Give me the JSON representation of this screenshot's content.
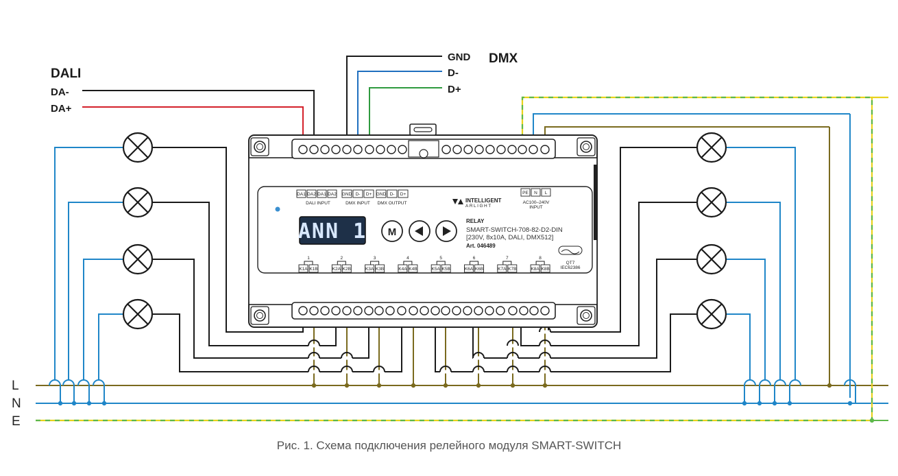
{
  "dali": {
    "title": "DALI",
    "wires": [
      "DA-",
      "DA+"
    ]
  },
  "dmx": {
    "title": "DMX",
    "wires": [
      "GND",
      "D-",
      "D+"
    ]
  },
  "lines": [
    "L",
    "N",
    "E"
  ],
  "module": {
    "dali_input_pins": [
      "DA1",
      "DA2",
      "DA1",
      "DA2"
    ],
    "dali_input_label": "DALI INPUT",
    "dmx_input_pins": [
      "GND",
      "D-",
      "D+"
    ],
    "dmx_input_label": "DMX INPUT",
    "dmx_output_pins": [
      "GND",
      "D-",
      "D+"
    ],
    "dmx_output_label": "DMX OUTPUT",
    "brand": "INTELLIGENT",
    "brand_sub": "ARLIGHT",
    "power_pins": [
      "PE",
      "N",
      "L"
    ],
    "power_voltage": "AC100–240V",
    "power_label": "INPUT",
    "display_text": "ANN 1",
    "buttons": [
      "M",
      "◀",
      "▶"
    ],
    "product_type": "RELAY",
    "model": "SMART-SWITCH-708-82-D2-DIN",
    "specs": "[230V, 8x10A, DALI, DMX512]",
    "article": "Art. 046489",
    "relays": [
      {
        "num": "1",
        "a": "K1A",
        "b": "K1B"
      },
      {
        "num": "2",
        "a": "K2A",
        "b": "K2B"
      },
      {
        "num": "3",
        "a": "K3A",
        "b": "K3B"
      },
      {
        "num": "4",
        "a": "K4A",
        "b": "K4B"
      },
      {
        "num": "5",
        "a": "K5A",
        "b": "K5B"
      },
      {
        "num": "6",
        "a": "K6A",
        "b": "K6B"
      },
      {
        "num": "7",
        "a": "K7A",
        "b": "K7B"
      },
      {
        "num": "8",
        "a": "K8A",
        "b": "K8B"
      }
    ],
    "cert_code": "QT7",
    "cert_std": "IEC62386"
  },
  "caption": "Рис. 1. Схема подключения релейного модуля SMART-SWITCH",
  "colors": {
    "live": "#7a6a1e",
    "neutral": "#1f86c8",
    "earth_yellow": "#e8d21c",
    "earth_green": "#5db84a",
    "dali_minus": "#1a1a1a",
    "dali_plus": "#d4202a",
    "dmx_gnd": "#1a1a1a",
    "dmx_dminus": "#1f6fbf",
    "dmx_dplus": "#2e9a3e",
    "lamp_wire": "#1a1a1a",
    "display_bg": "#1e3048"
  }
}
